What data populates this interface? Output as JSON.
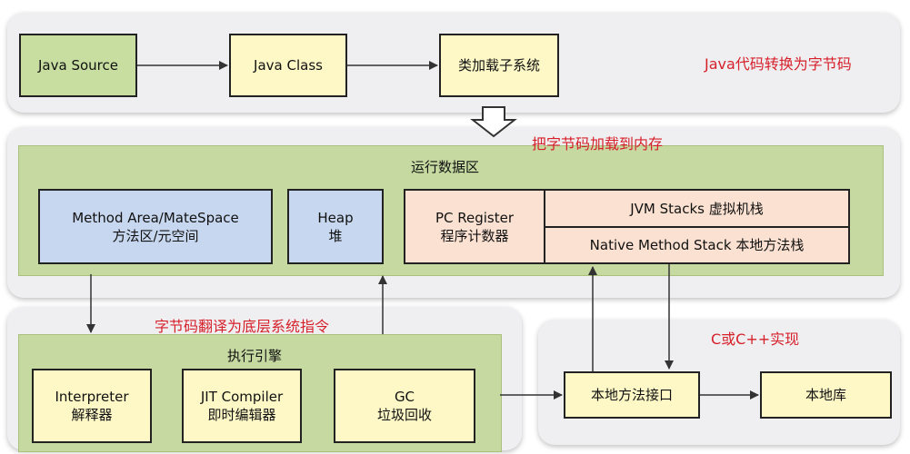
{
  "top": {
    "java_source": "Java Source",
    "java_class": "Java Class",
    "class_loader": "类加载子系统",
    "note": "Java代码转换为字节码"
  },
  "load_note": "把字节码加载到内存",
  "runtime": {
    "title": "运行数据区",
    "method_area": {
      "line1": "Method Area/MateSpace",
      "line2": "方法区/元空间"
    },
    "heap": {
      "line1": "Heap",
      "line2": "堆"
    },
    "pc_register": {
      "line1": "PC Register",
      "line2": "程序计数器"
    },
    "jvm_stacks": "JVM Stacks 虚拟机栈",
    "native_stack": "Native Method Stack 本地方法栈"
  },
  "engine": {
    "note": "字节码翻译为底层系统指令",
    "title": "执行引擎",
    "interpreter": {
      "line1": "Interpreter",
      "line2": "解释器"
    },
    "jit": {
      "line1": "JIT Compiler",
      "line2": "即时编辑器"
    },
    "gc": {
      "line1": "GC",
      "line2": "垃圾回收"
    }
  },
  "native": {
    "note": "C或C++实现",
    "interface": "本地方法接口",
    "library": "本地库"
  }
}
